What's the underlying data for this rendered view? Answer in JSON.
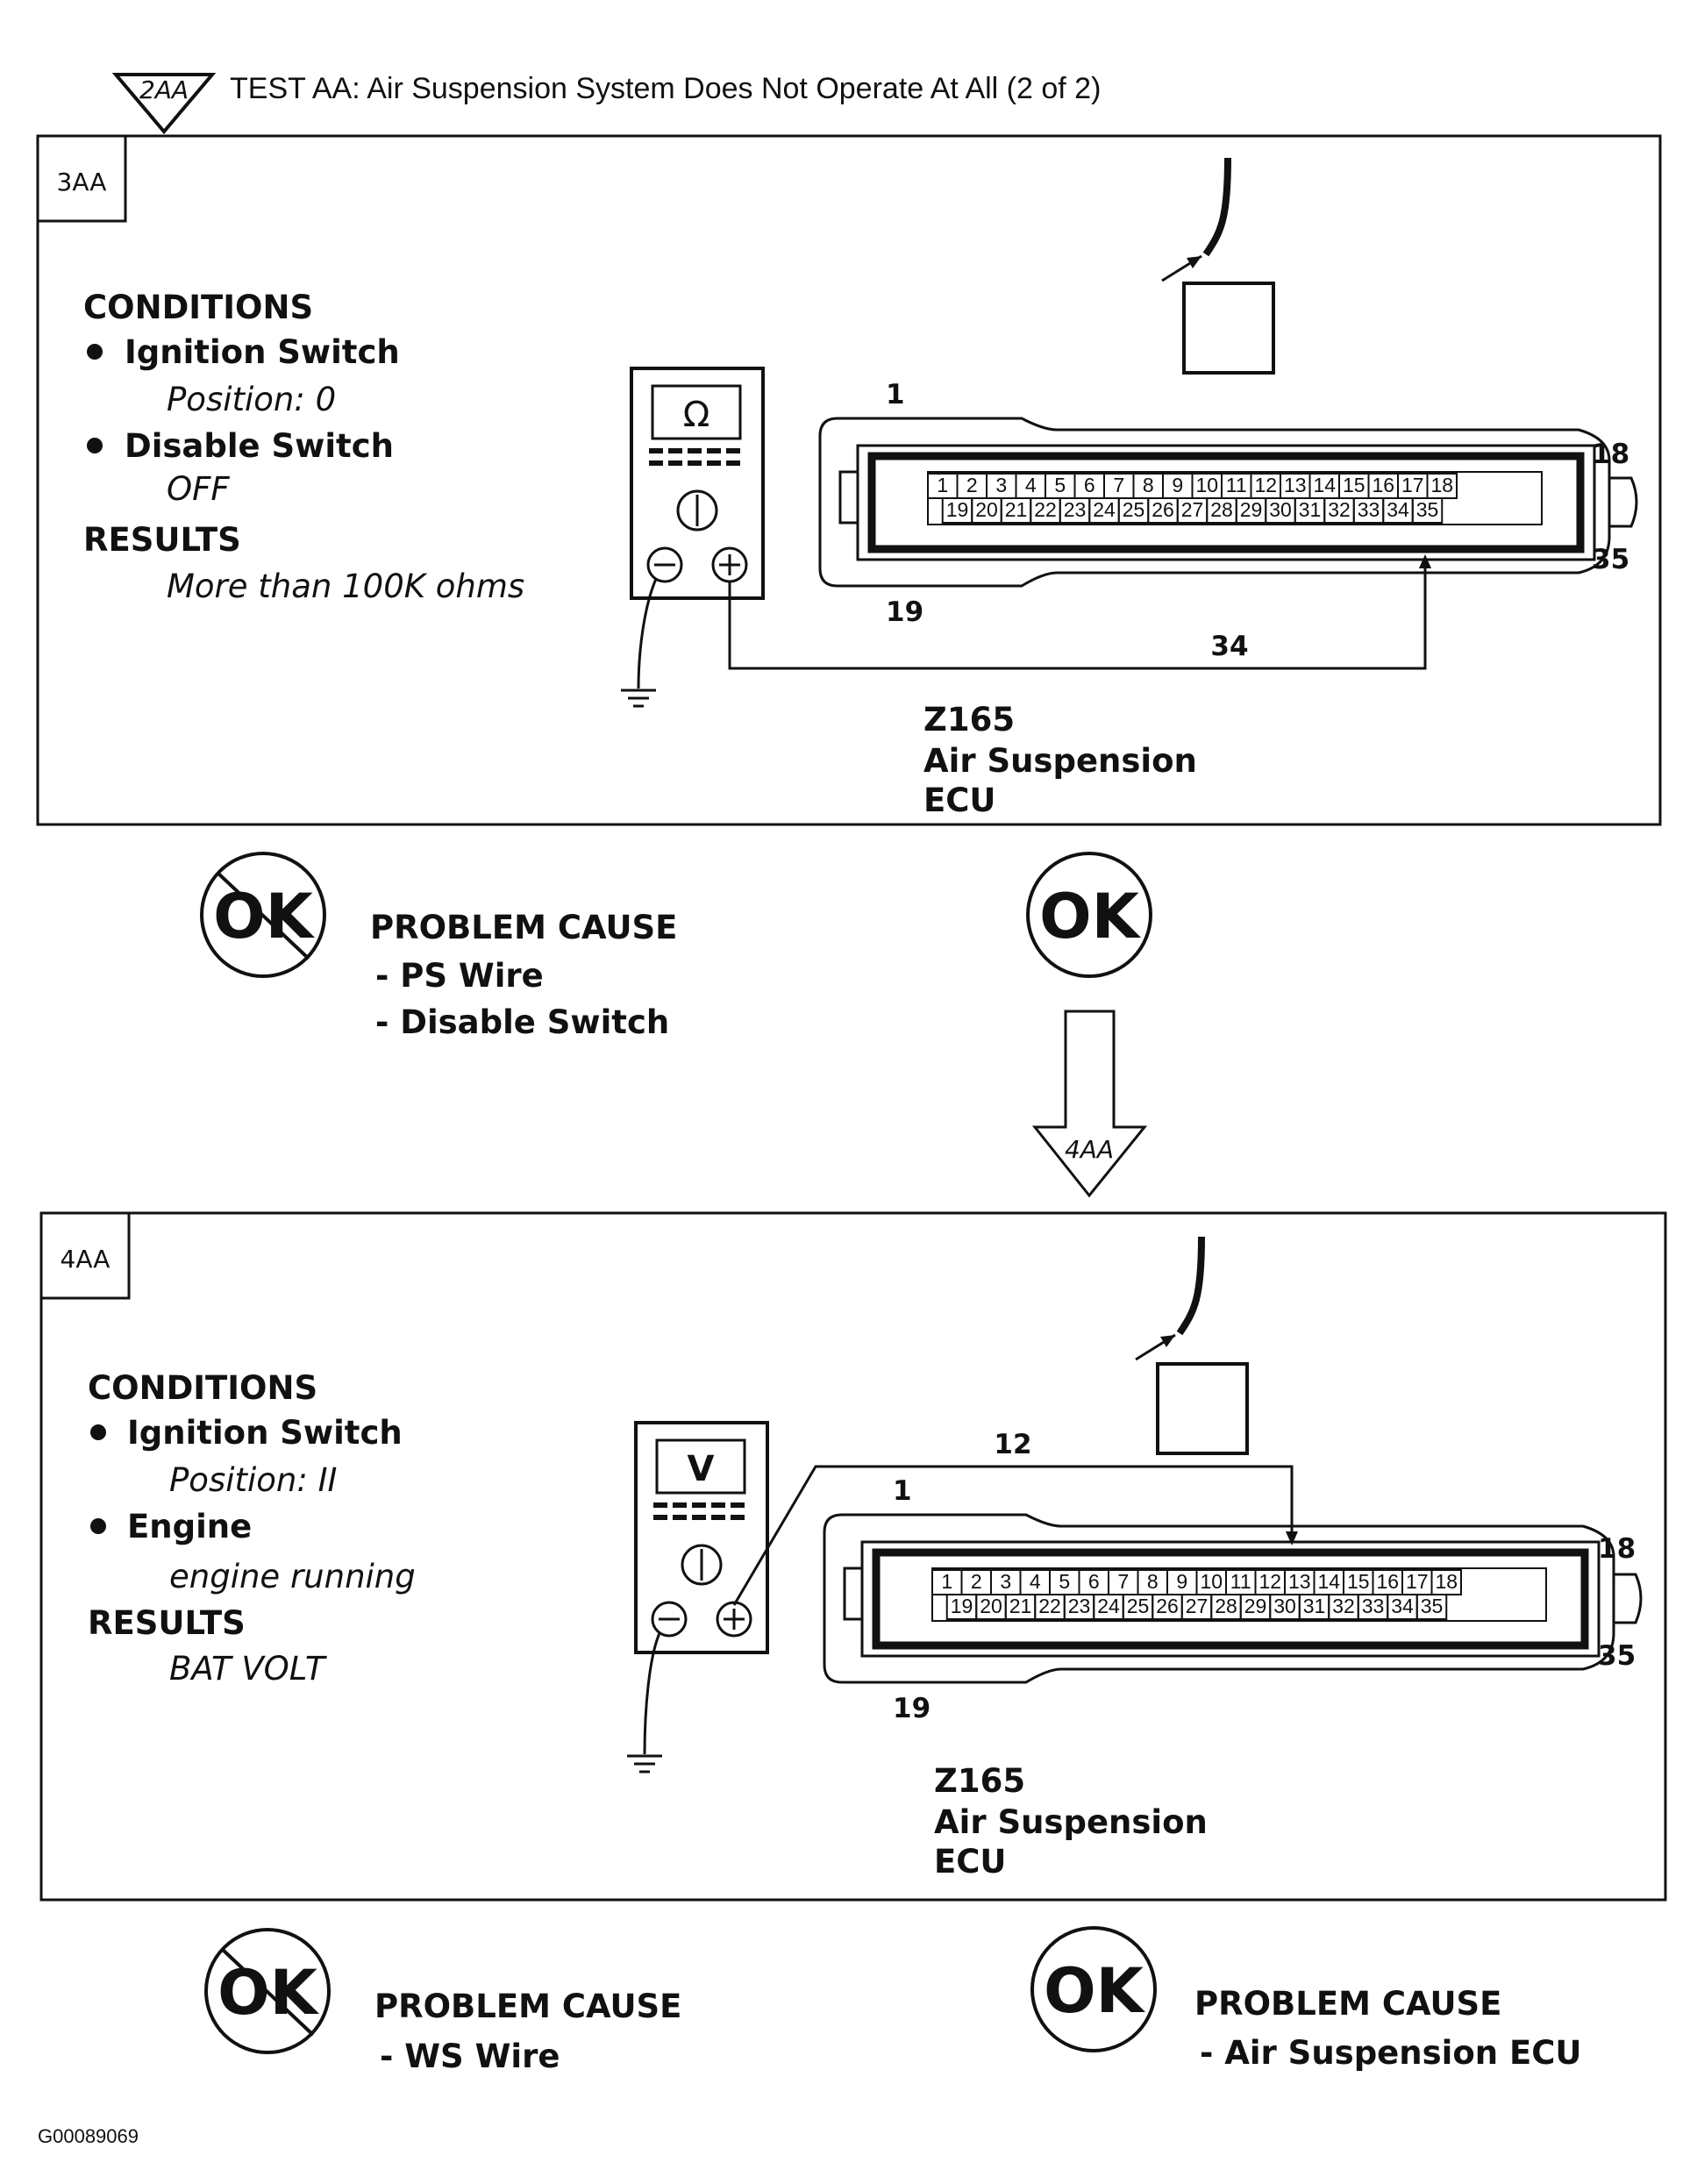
{
  "title": "TEST AA: Air Suspension System Does Not Operate At All (2 of 2)",
  "step_markers": {
    "prev": "2AA",
    "next": "4AA"
  },
  "footer_code": "G00089069",
  "ok_label": "OK",
  "pins_top": [
    "1",
    "2",
    "3",
    "4",
    "5",
    "6",
    "7",
    "8",
    "9",
    "10",
    "11",
    "12",
    "13",
    "14",
    "15",
    "16",
    "17",
    "18"
  ],
  "pins_bottom": [
    "19",
    "20",
    "21",
    "22",
    "23",
    "24",
    "25",
    "26",
    "27",
    "28",
    "29",
    "30",
    "31",
    "32",
    "33",
    "34",
    "35"
  ],
  "steps": [
    {
      "id": "3AA",
      "conditions_heading": "CONDITIONS",
      "conditions": [
        {
          "name": "Ignition Switch",
          "value": "Position: 0"
        },
        {
          "name": "Disable Switch",
          "value": "OFF"
        }
      ],
      "results_heading": "RESULTS",
      "result": "More than 100K ohms",
      "meter_symbol": "Ω",
      "probe_pin": "34",
      "connector": {
        "id": "Z165",
        "name": "Air Suspension",
        "name2": "ECU",
        "corner_labels": {
          "top_left": "1",
          "top_right": "18",
          "bottom_left": "19",
          "bottom_right": "35"
        }
      },
      "not_ok": {
        "heading": "PROBLEM CAUSE",
        "causes": [
          "- PS Wire",
          "- Disable Switch"
        ]
      },
      "ok": {
        "heading": "",
        "causes": []
      }
    },
    {
      "id": "4AA",
      "conditions_heading": "CONDITIONS",
      "conditions": [
        {
          "name": "Ignition Switch",
          "value": "Position: II"
        },
        {
          "name": "Engine",
          "value": "engine running"
        }
      ],
      "results_heading": "RESULTS",
      "result": "BAT VOLT",
      "meter_symbol": "V",
      "probe_pin": "12",
      "connector": {
        "id": "Z165",
        "name": "Air Suspension",
        "name2": "ECU",
        "corner_labels": {
          "top_left": "1",
          "top_right": "18",
          "bottom_left": "19",
          "bottom_right": "35"
        }
      },
      "not_ok": {
        "heading": "PROBLEM CAUSE",
        "causes": [
          "- WS Wire"
        ]
      },
      "ok": {
        "heading": "PROBLEM CAUSE",
        "causes": [
          "- Air Suspension ECU"
        ]
      }
    }
  ]
}
